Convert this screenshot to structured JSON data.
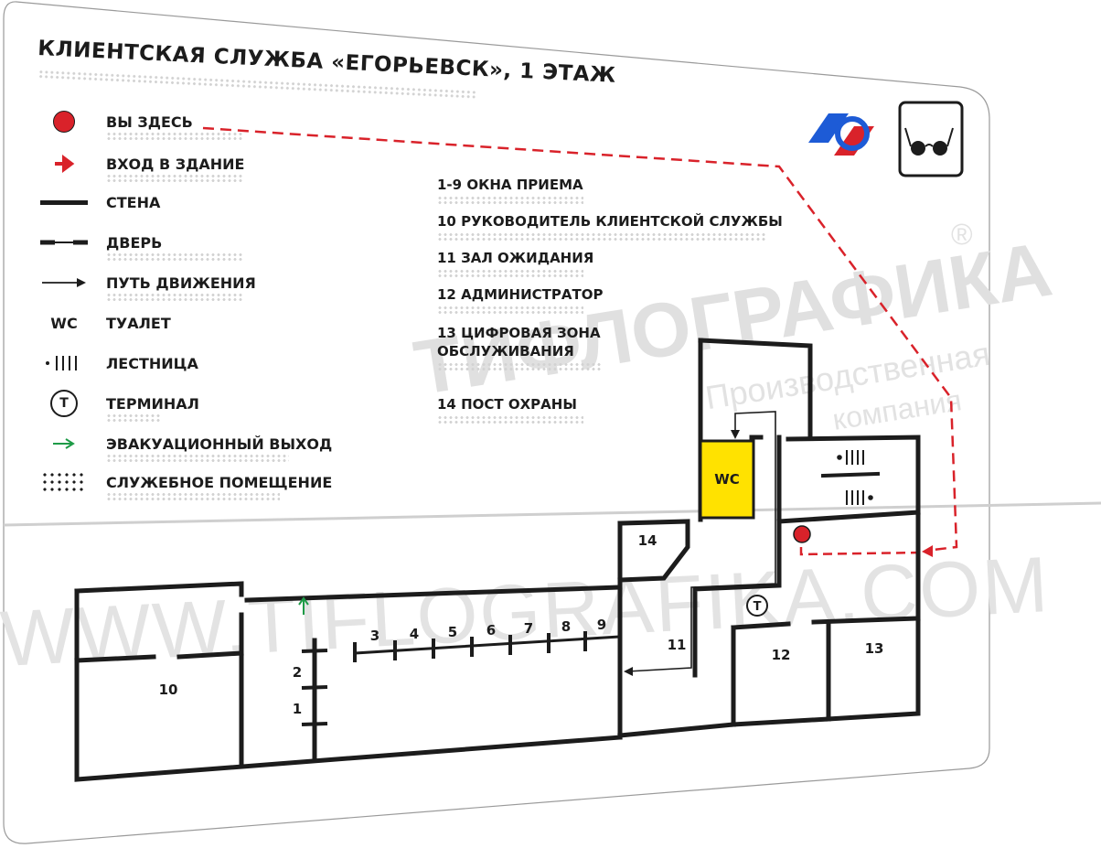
{
  "title": "КЛИЕНТСКАЯ СЛУЖБА «ЕГОРЬЕВСК», 1 ЭТАЖ",
  "legend": {
    "you_are_here": "ВЫ ЗДЕСЬ",
    "entrance": "ВХОД В ЗДАНИЕ",
    "wall": "СТЕНА",
    "door": "ДВЕРЬ",
    "path": "ПУТЬ ДВИЖЕНИЯ",
    "toilet_symbol": "WC",
    "toilet": "ТУАЛЕТ",
    "stairs": "ЛЕСТНИЦА",
    "terminal_symbol": "T",
    "terminal": "ТЕРМИНАЛ",
    "evacuation": "ЭВАКУАЦИОННЫЙ ВЫХОД",
    "service_room": "СЛУЖЕБНОЕ ПОМЕЩЕНИЕ"
  },
  "rooms_list": [
    "1-9 ОКНА ПРИЕМА",
    "10 РУКОВОДИТЕЛЬ КЛИЕНТСКОЙ СЛУЖБЫ",
    "11 ЗАЛ ОЖИДАНИЯ",
    "12 АДМИНИСТРАТОР",
    "13 ЦИФРОВАЯ ЗОНА\nОБСЛУЖИВАНИЯ",
    "14 ПОСТ ОХРАНЫ"
  ],
  "map": {
    "windows": [
      "1",
      "2",
      "3",
      "4",
      "5",
      "6",
      "7",
      "8",
      "9"
    ],
    "room_10": "10",
    "room_11": "11",
    "room_12": "12",
    "room_13": "13",
    "room_14": "14",
    "wc": "WC",
    "terminal": "T"
  },
  "watermarks": {
    "brand": "ТИФЛОГРАФИКА",
    "sub1": "Производственная",
    "sub2": "компания",
    "reg": "®",
    "url": "WWW.TIFLOGRAFIKA.COM"
  },
  "colors": {
    "accent_red": "#d9222a",
    "wall": "#1c1c1c",
    "wc_fill": "#ffe200",
    "evacuation_green": "#1e9b47",
    "logo_blue": "#1d5bd6"
  }
}
